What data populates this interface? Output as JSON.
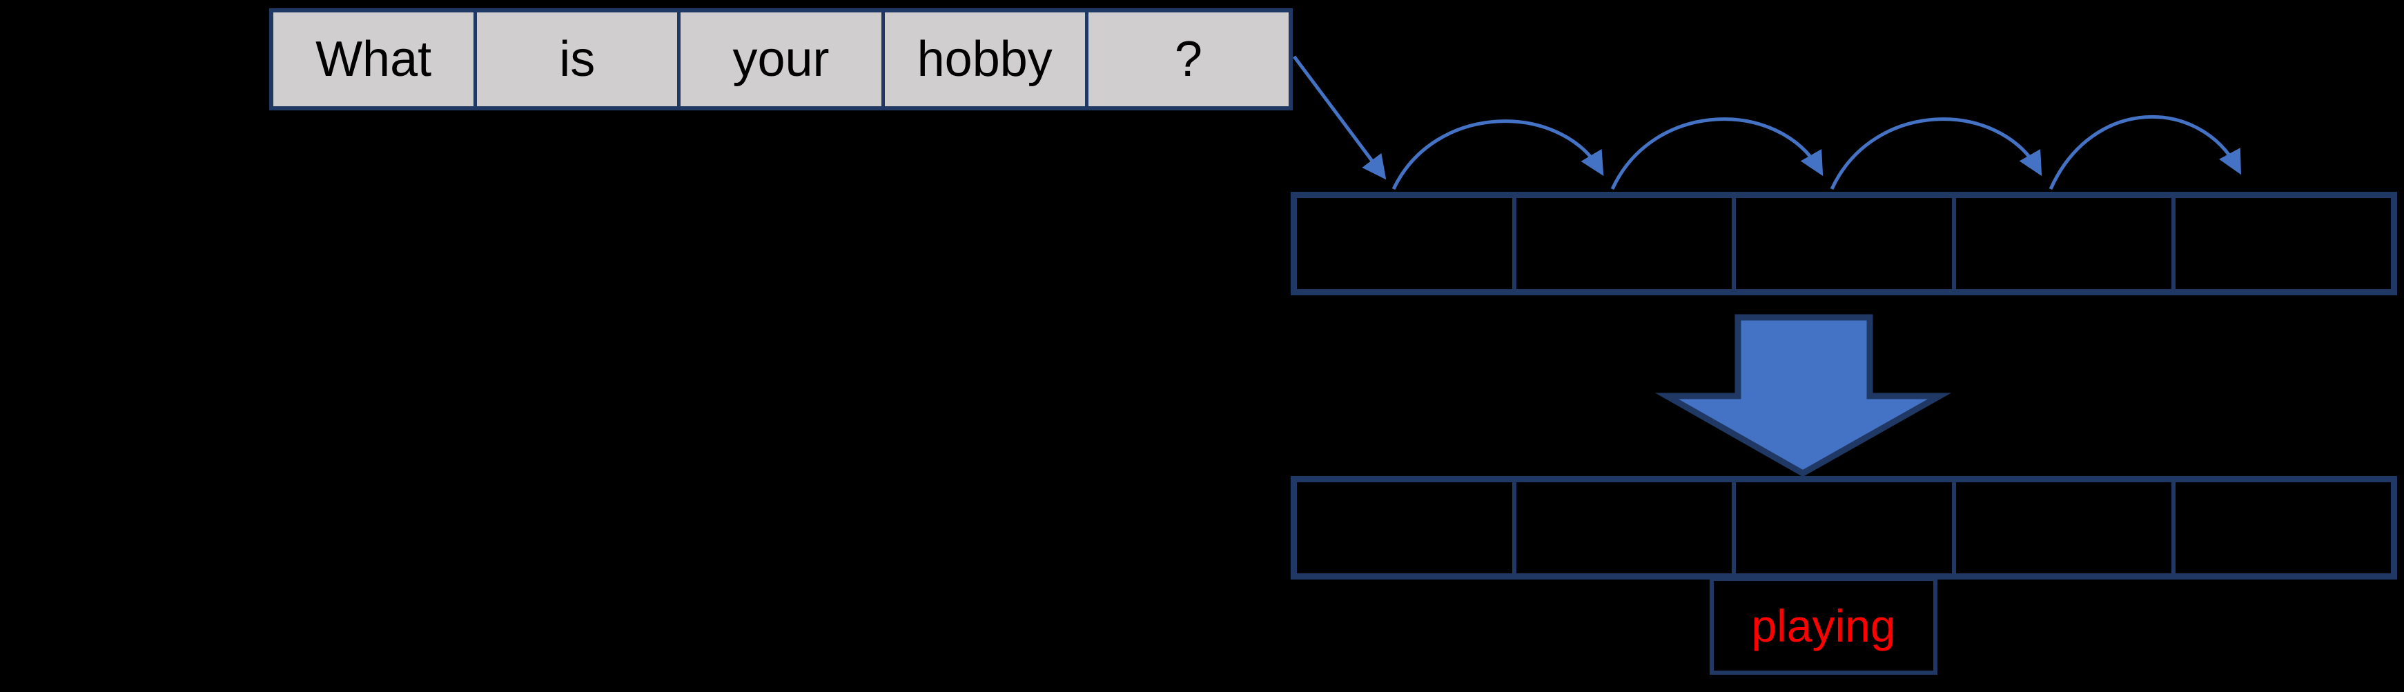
{
  "palette": {
    "bg": "#000000",
    "cell-fill": "#D0CECE",
    "navy": "#1F3864",
    "blue": "#4472C4",
    "ink": "#000000",
    "red": "#FF0000"
  },
  "diagram": {
    "input_sentence": {
      "tokens": [
        "What",
        "is",
        "your",
        "hobby",
        "?"
      ]
    },
    "hidden_row": {
      "cell_count": 5
    },
    "output_row": {
      "cell_count": 5
    },
    "answer": {
      "label": "playing"
    },
    "arrows": {
      "input_connector": "diagonal-arrow-into-first-cell",
      "hop_arcs": 4,
      "transform": "big-down-arrow"
    }
  }
}
